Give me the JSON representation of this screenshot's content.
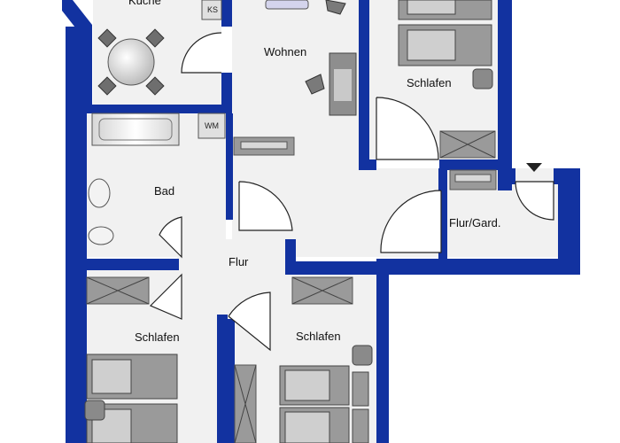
{
  "colors": {
    "wall": "#1232a0",
    "floor": "#f1f1f1",
    "furniture": "#9a9a9a",
    "furniture_dark": "#6e6e6e",
    "line": "#222222"
  },
  "rooms": {
    "kueche": "Küche",
    "wohnen": "Wohnen",
    "schlafen_top_right": "Schlafen",
    "bad": "Bad",
    "flur": "Flur",
    "flur_gard": "Flur/Gard.",
    "schlafen_bottom_left": "Schlafen",
    "schlafen_bottom_middle": "Schlafen"
  },
  "appliances": {
    "ks": "KS",
    "wm": "WM"
  }
}
